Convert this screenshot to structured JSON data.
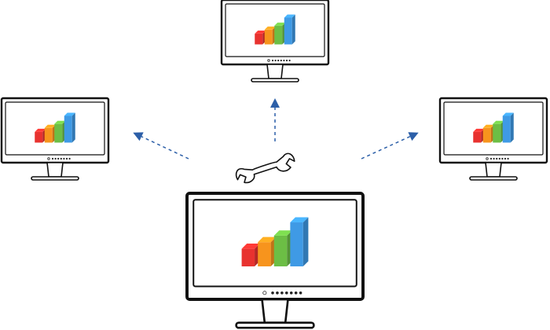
{
  "colors": {
    "bezel": "#222222",
    "stroke": "#111111",
    "screen": "#ffffff",
    "arrow": "#2c5fa8",
    "bar_red": "#e8322f",
    "bar_orange": "#f7941d",
    "bar_green": "#6cbe45",
    "bar_blue": "#3f9ae5"
  },
  "icons": {
    "center": "wrench-icon",
    "monitor": "monitor-icon",
    "chart": "bar-chart-icon",
    "arrow": "dashed-arrow-icon"
  },
  "monitors": [
    {
      "id": "source",
      "role": "source",
      "bar_levels": [
        0.4,
        0.55,
        0.7,
        1.0
      ]
    },
    {
      "id": "top",
      "role": "target",
      "bar_levels": [
        0.4,
        0.55,
        0.7,
        1.0
      ]
    },
    {
      "id": "left",
      "role": "target",
      "bar_levels": [
        0.4,
        0.55,
        0.7,
        1.0
      ]
    },
    {
      "id": "right",
      "role": "target",
      "bar_levels": [
        0.4,
        0.55,
        0.7,
        1.0
      ]
    }
  ]
}
